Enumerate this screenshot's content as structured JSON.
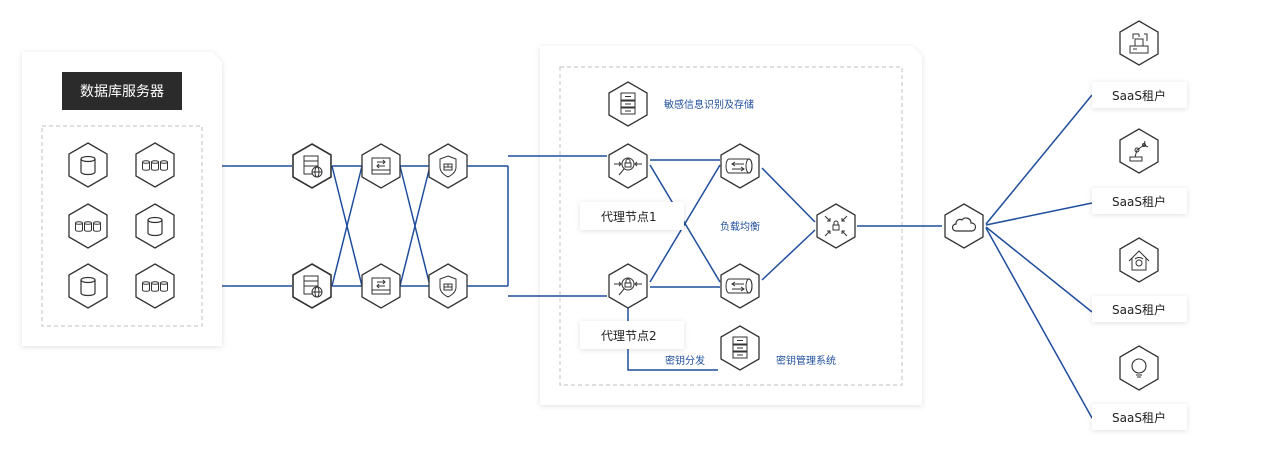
{
  "db_panel": {
    "title": "数据库服务器"
  },
  "proxy": {
    "sensitive_label": "敏感信息识别及存储",
    "node1_label": "代理节点1",
    "node2_label": "代理节点2",
    "load_balance_label": "负载均衡",
    "key_dist_label": "密钥分发",
    "key_mgmt_label": "密钥管理系统"
  },
  "tenants": [
    {
      "label": "SaaS租户",
      "icon": "factory-icon"
    },
    {
      "label": "SaaS租户",
      "icon": "robot-arm-icon"
    },
    {
      "label": "SaaS租户",
      "icon": "smart-home-icon"
    },
    {
      "label": "SaaS租户",
      "icon": "lightbulb-icon"
    }
  ],
  "colors": {
    "line": "#1f4e9c",
    "accent_text": "#1f4e9c",
    "icon": "#333333",
    "title_bg": "#2b2b2b",
    "dashed": "#cccccc"
  }
}
